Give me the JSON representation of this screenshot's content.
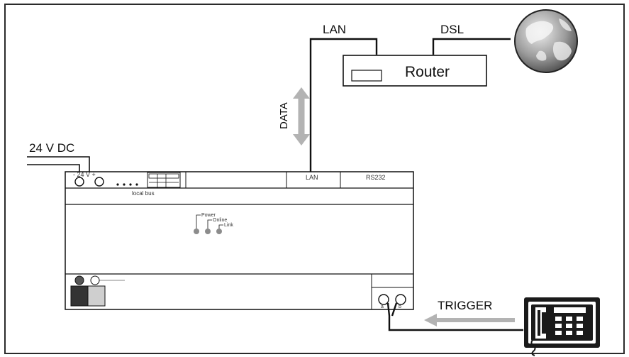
{
  "labels": {
    "lan_top": "LAN",
    "dsl": "DSL",
    "router": "Router",
    "data": "DATA",
    "power_in": "24 V DC",
    "terminal_24v": "- 24 V +",
    "local_bus": "local bus",
    "port_lan": "LAN",
    "port_rs232": "RS232",
    "led_power": "Power",
    "led_online": "Online",
    "led_link": "Link",
    "trigger": "TRIGGER",
    "terminal_a": "a",
    "terminal_b": "b"
  },
  "colors": {
    "frame": "#2a2a2a",
    "line": "#111111",
    "arrow_gray": "#b3b3b3",
    "device_fill": "#ffffff",
    "led_gray": "#8c8c8c"
  },
  "icons": {
    "globe": "globe-icon",
    "telephone": "telephone-icon"
  }
}
